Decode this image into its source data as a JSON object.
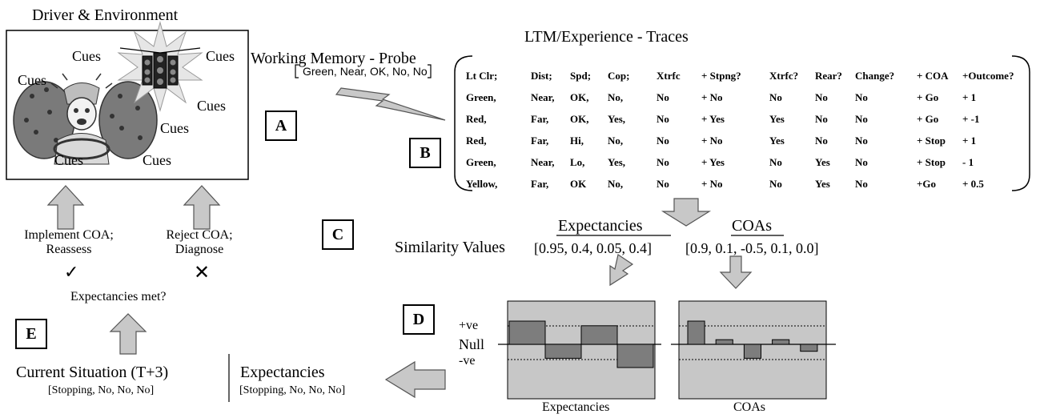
{
  "driver_panel": {
    "title": "Driver & Environment",
    "cues": [
      "Cues",
      "Cues",
      "Cues",
      "Cues",
      "Cues",
      "Cues",
      "Cues"
    ]
  },
  "working_memory": {
    "title": "Working Memory - Probe",
    "probe": "Green, Near, OK, No, No"
  },
  "ltm": {
    "title": "LTM/Experience - Traces",
    "headers": [
      "Lt Clr;",
      "Dist;",
      "Spd;",
      "Cop;",
      "Xtrfc",
      "+ Stpng?",
      "Xtrfc?",
      "Rear?",
      "Change?",
      "+ COA",
      "+Outcome?"
    ],
    "rows": [
      [
        "Green,",
        "Near,",
        "OK,",
        "No,",
        "No",
        "+ No",
        "No",
        "No",
        "No",
        "+ Go",
        "+ 1"
      ],
      [
        "Red,",
        "Far,",
        "OK,",
        "Yes,",
        "No",
        "+ Yes",
        "Yes",
        "No",
        "No",
        "+ Go",
        "+ -1"
      ],
      [
        "Red,",
        "Far,",
        "Hi,",
        "No,",
        "No",
        "+ No",
        "Yes",
        "No",
        "No",
        "+ Stop",
        "+ 1"
      ],
      [
        "Green,",
        "Near,",
        "Lo,",
        "Yes,",
        "No",
        "+ Yes",
        "No",
        "Yes",
        "No",
        "+ Stop",
        "- 1"
      ],
      [
        "Yellow,",
        "Far,",
        "OK",
        "No,",
        "No",
        "+ No",
        "No",
        "Yes",
        "No",
        "+Go",
        "+ 0.5"
      ]
    ]
  },
  "step_labels": {
    "a": "A",
    "b": "B",
    "c": "C",
    "d": "D",
    "e": "E"
  },
  "similarity": {
    "expectancies_heading": "Expectancies",
    "coas_heading": "COAs",
    "label": "Similarity Values",
    "expectancy_values_text": "[0.95, 0.4, 0.05, 0.4]",
    "coa_values_text": "[0.9, 0.1, -0.5, 0.1, 0.0]"
  },
  "chart_data": [
    {
      "type": "bar",
      "title": "Expectancies",
      "values": [
        0.5,
        -0.3,
        0.4,
        -0.5
      ],
      "ylim": [
        -1,
        1
      ],
      "y_labels": [
        "+ve",
        "Null",
        "-ve"
      ]
    },
    {
      "type": "bar",
      "title": "COAs",
      "values": [
        0.5,
        0.1,
        -0.3,
        0.1,
        -0.15
      ],
      "ylim": [
        -1,
        1
      ]
    }
  ],
  "decision": {
    "implement": [
      "Implement COA;",
      "Reassess"
    ],
    "reject": [
      "Reject COA;",
      "Diagnose"
    ],
    "check": "✓",
    "cross": "✕",
    "question": "Expectancies met?"
  },
  "current_situation": {
    "title": "Current Situation (T+3)",
    "values": "[Stopping, No, No, No]"
  },
  "expectancies_out": {
    "title": "Expectancies",
    "values": "[Stopping, No, No, No]"
  }
}
